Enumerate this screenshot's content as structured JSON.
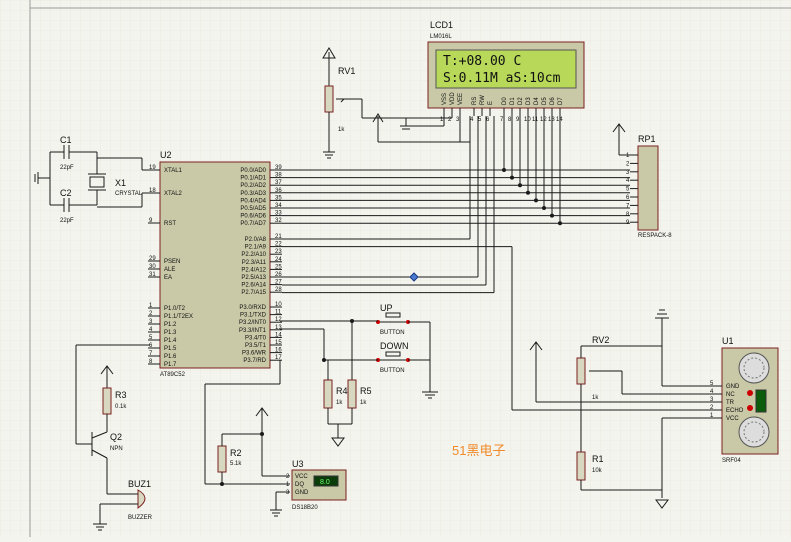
{
  "colors": {
    "background": "#f4f4ee",
    "grid": "#e3e3d6",
    "wire": "#1a1a1a",
    "component_body": "#c9c9a8",
    "component_outline": "#7a2020",
    "lcd_screen": "#b8d85a",
    "watermark": "#f08a2a"
  },
  "lcd": {
    "ref": "LCD1",
    "model": "LM016L",
    "line1": "T:+08.00 C",
    "line2": "S:0.11M aS:10cm",
    "pins": [
      "VSS",
      "VDD",
      "VEE",
      "RS",
      "RW",
      "E",
      "D0",
      "D1",
      "D2",
      "D3",
      "D4",
      "D5",
      "D6",
      "D7"
    ]
  },
  "rv1": {
    "ref": "RV1",
    "value": "1k"
  },
  "rv2": {
    "ref": "RV2",
    "value": "1k"
  },
  "c1": {
    "ref": "C1",
    "value": "22pF"
  },
  "c2": {
    "ref": "C2",
    "value": "22pF"
  },
  "x1": {
    "ref": "X1",
    "value": "CRYSTAL"
  },
  "u2": {
    "ref": "U2",
    "model": "AT89C52",
    "left_pins": [
      {
        "num": "19",
        "name": "XTAL1"
      },
      {
        "num": "18",
        "name": "XTAL2"
      },
      {
        "num": "9",
        "name": "RST"
      },
      {
        "num": "29",
        "name": "PSEN"
      },
      {
        "num": "30",
        "name": "ALE"
      },
      {
        "num": "31",
        "name": "EA"
      },
      {
        "num": "1",
        "name": "P1.0/T2"
      },
      {
        "num": "2",
        "name": "P1.1/T2EX"
      },
      {
        "num": "3",
        "name": "P1.2"
      },
      {
        "num": "4",
        "name": "P1.3"
      },
      {
        "num": "5",
        "name": "P1.4"
      },
      {
        "num": "6",
        "name": "P1.5"
      },
      {
        "num": "7",
        "name": "P1.6"
      },
      {
        "num": "8",
        "name": "P1.7"
      }
    ],
    "right_pins": [
      {
        "num": "39",
        "name": "P0.0/AD0"
      },
      {
        "num": "38",
        "name": "P0.1/AD1"
      },
      {
        "num": "37",
        "name": "P0.2/AD2"
      },
      {
        "num": "36",
        "name": "P0.3/AD3"
      },
      {
        "num": "35",
        "name": "P0.4/AD4"
      },
      {
        "num": "34",
        "name": "P0.5/AD5"
      },
      {
        "num": "33",
        "name": "P0.6/AD6"
      },
      {
        "num": "32",
        "name": "P0.7/AD7"
      },
      {
        "num": "21",
        "name": "P2.0/A8"
      },
      {
        "num": "22",
        "name": "P2.1/A9"
      },
      {
        "num": "23",
        "name": "P2.2/A10"
      },
      {
        "num": "24",
        "name": "P2.3/A11"
      },
      {
        "num": "25",
        "name": "P2.4/A12"
      },
      {
        "num": "26",
        "name": "P2.5/A13"
      },
      {
        "num": "27",
        "name": "P2.6/A14"
      },
      {
        "num": "28",
        "name": "P2.7/A15"
      },
      {
        "num": "10",
        "name": "P3.0/RXD"
      },
      {
        "num": "11",
        "name": "P3.1/TXD"
      },
      {
        "num": "12",
        "name": "P3.2/INT0"
      },
      {
        "num": "13",
        "name": "P3.3/INT1"
      },
      {
        "num": "14",
        "name": "P3.4/T0"
      },
      {
        "num": "15",
        "name": "P3.5/T1"
      },
      {
        "num": "16",
        "name": "P3.6/WR"
      },
      {
        "num": "17",
        "name": "P3.7/RD"
      }
    ]
  },
  "rp1": {
    "ref": "RP1",
    "model": "RESPACK-8",
    "pins": [
      "1",
      "2",
      "3",
      "4",
      "5",
      "6",
      "7",
      "8",
      "9"
    ]
  },
  "up": {
    "ref": "UP",
    "model": "BUTTON"
  },
  "down": {
    "ref": "DOWN",
    "model": "BUTTON"
  },
  "r1": {
    "ref": "R1",
    "value": "10k"
  },
  "r2": {
    "ref": "R2",
    "value": "5.1k"
  },
  "r3": {
    "ref": "R3",
    "value": "0.1k"
  },
  "r4": {
    "ref": "R4",
    "value": "1k"
  },
  "r5": {
    "ref": "R5",
    "value": "1k"
  },
  "q2": {
    "ref": "Q2",
    "model": "NPN"
  },
  "buz1": {
    "ref": "BUZ1",
    "model": "BUZZER"
  },
  "u3": {
    "ref": "U3",
    "model": "DS18B20",
    "pins": [
      {
        "num": "2",
        "name": "VCC"
      },
      {
        "num": "1",
        "name": "DQ"
      },
      {
        "num": "3",
        "name": "GND"
      }
    ],
    "display": "8.0"
  },
  "u1": {
    "ref": "U1",
    "model": "SRF04",
    "pins": [
      {
        "num": "5",
        "name": "GND"
      },
      {
        "num": "4",
        "name": "NC"
      },
      {
        "num": "3",
        "name": "TR"
      },
      {
        "num": "2",
        "name": "ECHO"
      },
      {
        "num": "1",
        "name": "VCC"
      }
    ]
  },
  "watermark": "51黑电子"
}
